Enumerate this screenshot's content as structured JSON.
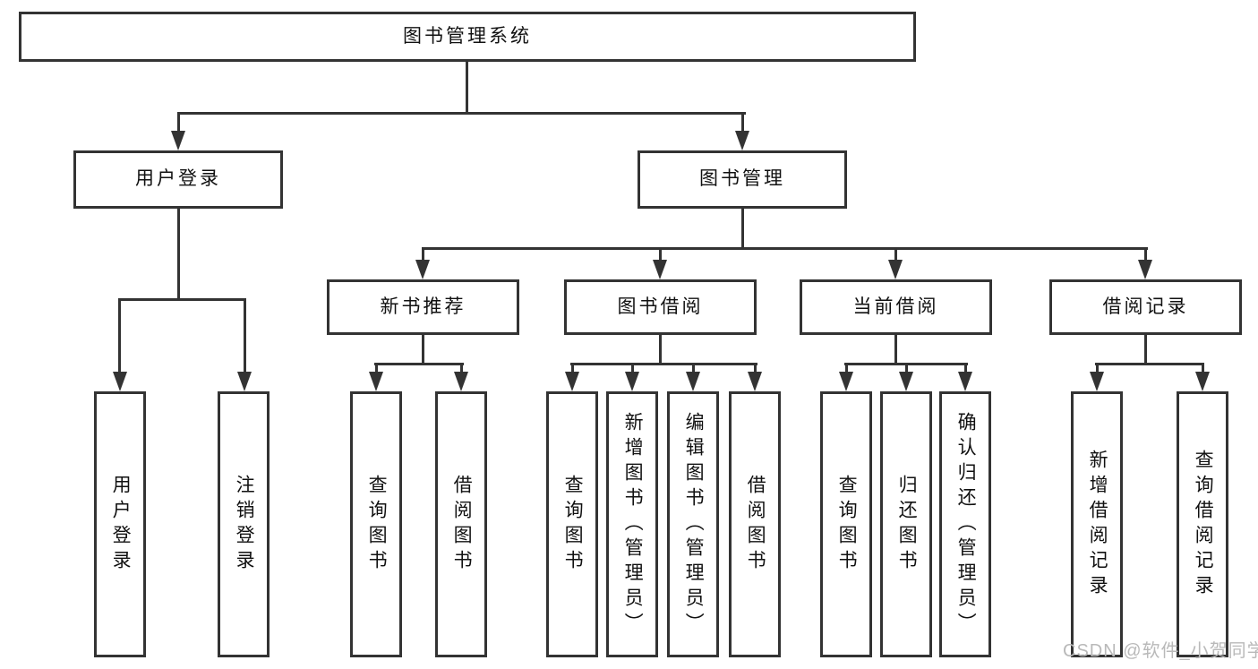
{
  "diagram": {
    "title": "图书管理系统",
    "branches": [
      {
        "label": "用户登录",
        "children": [
          {
            "label": "用户登录"
          },
          {
            "label": "注销登录"
          }
        ]
      },
      {
        "label": "图书管理",
        "children": [
          {
            "label": "新书推荐",
            "children": [
              {
                "label": "查询图书"
              },
              {
                "label": "借阅图书"
              }
            ]
          },
          {
            "label": "图书借阅",
            "children": [
              {
                "label": "查询图书"
              },
              {
                "label": "新增图书（管理员）"
              },
              {
                "label": "编辑图书（管理员）"
              },
              {
                "label": "借阅图书"
              }
            ]
          },
          {
            "label": "当前借阅",
            "children": [
              {
                "label": "查询图书"
              },
              {
                "label": "归还图书"
              },
              {
                "label": "确认归还（管理员）"
              }
            ]
          },
          {
            "label": "借阅记录",
            "children": [
              {
                "label": "新增借阅记录"
              },
              {
                "label": "查询借阅记录"
              }
            ]
          }
        ]
      }
    ]
  },
  "watermark": {
    "text": "CSDN @软件_小贺同学"
  },
  "colors": {
    "line": "#333333",
    "box_border": "#333333",
    "text": "#111111",
    "watermark": "#b9b9b9",
    "background": "#ffffff"
  }
}
